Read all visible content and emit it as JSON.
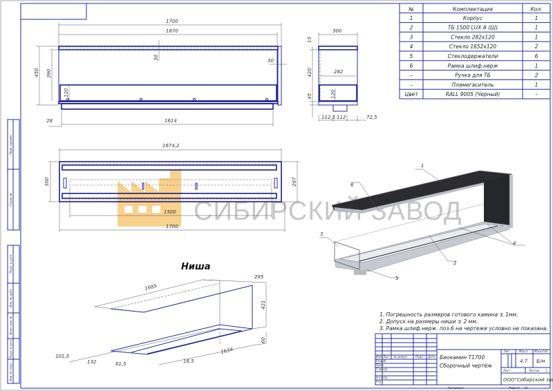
{
  "parts_table": {
    "headers": [
      "№",
      "Комплектация",
      "Кол."
    ],
    "rows": [
      [
        "1",
        "Корпус",
        "1"
      ],
      [
        "2",
        "ТБ 1500 LUX A (Ш)",
        "1"
      ],
      [
        "3",
        "Стекло 282x120",
        "1"
      ],
      [
        "4",
        "Стекло 1652x120",
        "2"
      ],
      [
        "5",
        "Стеклодержатели",
        "6"
      ],
      [
        "6",
        "Рамка шлиф.нерж",
        "1"
      ],
      [
        "–",
        "Ручка для ТБ",
        "2"
      ],
      [
        "–",
        "Пламегаситель",
        "1"
      ],
      [
        "Цвет",
        "RALL 9005 (Черный)",
        "–"
      ]
    ]
  },
  "front_view": {
    "d1700": "1700",
    "d1670": "1670",
    "d450": "450",
    "d390": "390",
    "d30a": "30",
    "d30b": "30",
    "d120": "120",
    "d28": "28",
    "d1614": "1614"
  },
  "side_view": {
    "d300": "300",
    "d15": "15",
    "d420": "420",
    "d45": "45",
    "d282": "282",
    "d120": "120",
    "d1125": "112,5",
    "d112": "112",
    "d725": "72,5"
  },
  "top_view": {
    "d16742": "1674,2",
    "d300": "300",
    "d297": "297",
    "d1500": "1500",
    "d1700": "1700"
  },
  "watermark": {
    "text": "СИБИРСКИЙ ЗАВОД",
    "logo_color": "#f7c97a",
    "text_color": "#bdbdbd"
  },
  "render_callouts": [
    "1",
    "2",
    "3",
    "4",
    "5",
    "6"
  ],
  "niche": {
    "title": "Ниша",
    "d1685": "1685",
    "d295": "295",
    "d421": "421",
    "d60": "60",
    "d1634": "1634",
    "d165": "16,5",
    "d615": "61,5",
    "d132": "132",
    "d1015": "101,5"
  },
  "notes": [
    "1. Погрешность размеров готового камина ± 1мм.",
    "2. Допуск на размеры ниши ± 2 мм.",
    "3. Рамка шлиф.нерж. поз.6 на чертеже условно не показана."
  ],
  "title_block": {
    "col_headers": [
      "Изм.",
      "Лист",
      "№ докум.",
      "Подп.",
      "Дата"
    ],
    "roles": [
      "Разраб.",
      "Пров.",
      "Т.контр.",
      "Н.контр.",
      "Утв."
    ],
    "title_line1": "Биокамин Т1700",
    "title_line2": "Сборочный чертёж",
    "lit_label": "Лит.",
    "mass_label": "Масса",
    "scale_label": "Масштаб",
    "mass_value": "4.7",
    "scale_value": "Б/м",
    "sheet_label": "Лист",
    "sheets_label": "Листов",
    "sheets_value": "1",
    "company": "ООО\"Сибирский завод\"",
    "copied_label": "Копировал",
    "format_label": "Формат",
    "format_value": "А2"
  },
  "margin_strip": [
    "Перв. примен.",
    "Справ. №",
    "Подп. и дата",
    "Инв. № дубл.",
    "Взам. инв. №",
    "Подп. и дата",
    "Инв. № подл."
  ],
  "colors": {
    "line": "#2a2a9a",
    "dim": "#555555"
  }
}
